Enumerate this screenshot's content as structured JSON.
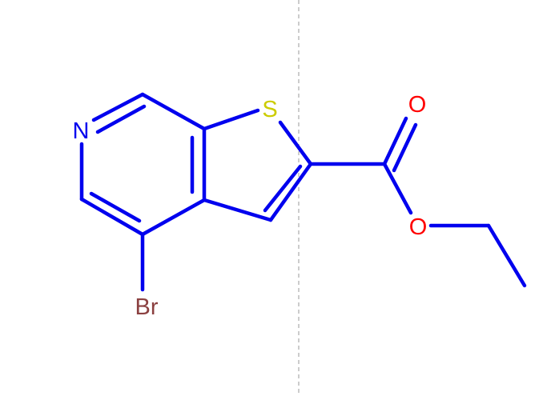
{
  "colors": {
    "bond": "#0000ee",
    "nitrogen": "#0000ee",
    "sulfur": "#cccc00",
    "oxygen": "#ff0000",
    "bromine": "#8b4040",
    "divider": "#9a9a9a",
    "background": "#ffffff"
  },
  "atoms": {
    "n": "N",
    "s": "S",
    "o_carbonyl": "O",
    "o_ester": "O",
    "br": "Br"
  }
}
